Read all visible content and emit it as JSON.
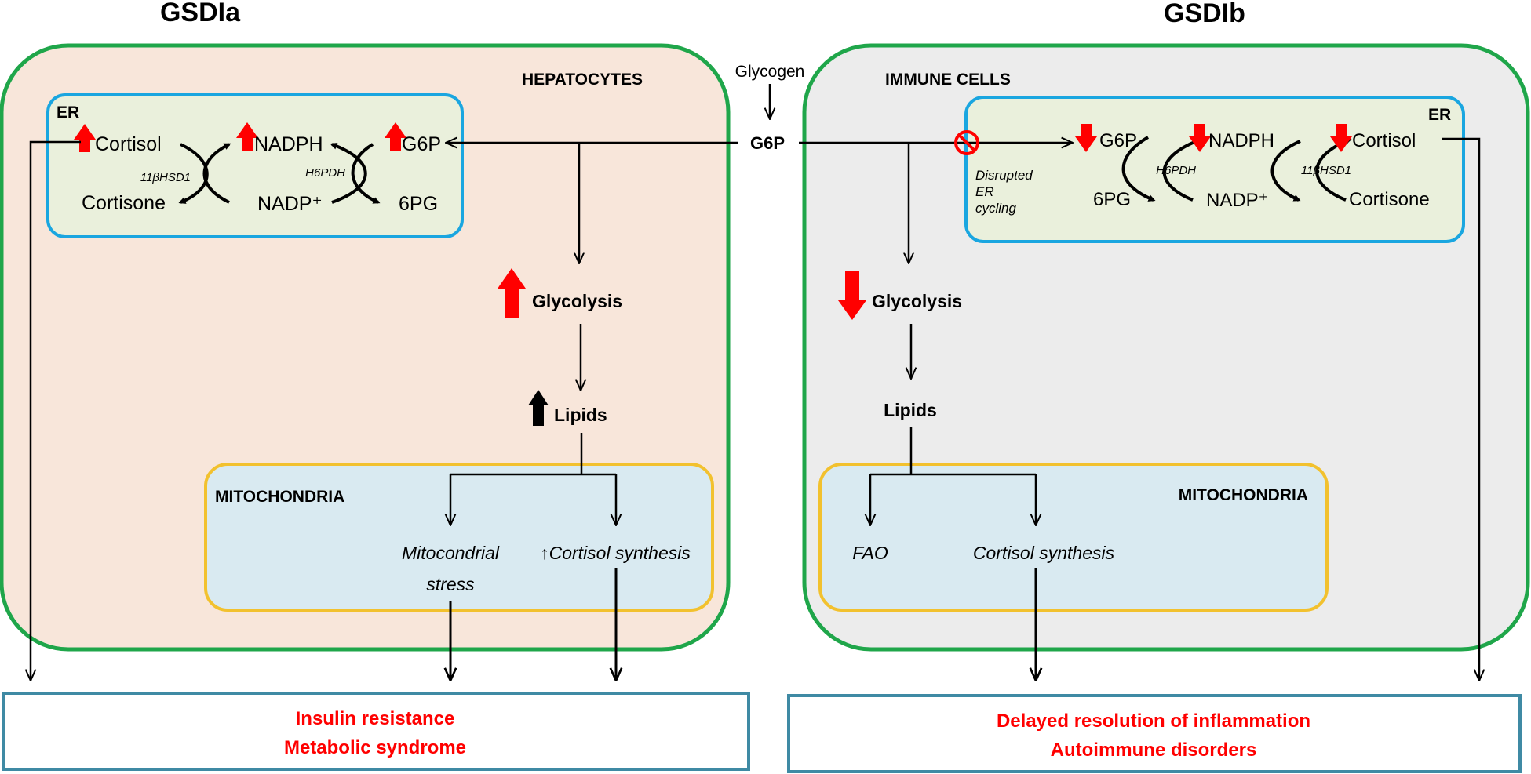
{
  "left": {
    "title": "GSDIa",
    "cell_label": "HEPATOCYTES",
    "er_label": "ER",
    "cortisol": "Cortisol",
    "cortisone": "Cortisone",
    "enzyme1": "11βHSD1",
    "nadph": "NADPH",
    "nadp": "NADP⁺",
    "enzyme2": "H6PDH",
    "g6p": "G6P",
    "pg6": "6PG",
    "glycolysis": "Glycolysis",
    "lipids": "Lipids",
    "mito_label": "MITOCHONDRIA",
    "mito_stress_1": "Mitocondrial",
    "mito_stress_2": "stress",
    "cortisol_synthesis": "↑Cortisol  synthesis",
    "outcome_1": "Insulin resistance",
    "outcome_2": "Metabolic syndrome"
  },
  "center": {
    "glycogen": "Glycogen",
    "g6p": "G6P"
  },
  "right": {
    "title": "GSDIb",
    "cell_label": "IMMUNE CELLS",
    "er_label": "ER",
    "disrupted_1": "Disrupted",
    "disrupted_2": "ER",
    "disrupted_3": "cycling",
    "g6p": "G6P",
    "pg6": "6PG",
    "enzyme2": "H6PDH",
    "nadph": "NADPH",
    "nadp": "NADP⁺",
    "enzyme1": "11βHSD1",
    "cortisol": "Cortisol",
    "cortisone": "Cortisone",
    "glycolysis": "Glycolysis",
    "lipids": "Lipids",
    "mito_label": "MITOCHONDRIA",
    "fao": "FAO",
    "cortisol_synthesis": "Cortisol  synthesis",
    "outcome_1": "Delayed resolution of inflammation",
    "outcome_2": "Autoimmune disorders"
  },
  "colors": {
    "cell_border": "#1fa64a",
    "left_cell_fill": "#f8e6da",
    "right_cell_fill": "#ececec",
    "er_border": "#1aa6e0",
    "er_fill": "#eaf0dc",
    "mito_border": "#f2c12e",
    "mito_fill": "#d9eaf1",
    "outcome_border": "#3f8aa4",
    "arrow_up_down": "#ff0000"
  }
}
